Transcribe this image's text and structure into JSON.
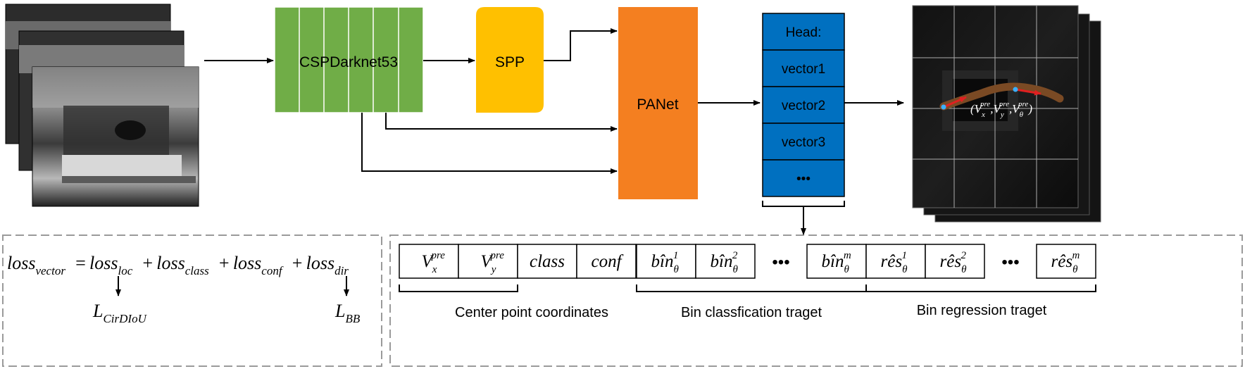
{
  "backbone": {
    "label": "CSPDarknet53",
    "fill": "#70ad47"
  },
  "spp": {
    "label": "SPP",
    "fill": "#ffc000"
  },
  "neck": {
    "label": "PANet",
    "fill": "#f47f20"
  },
  "head": {
    "fill": "#0070c0",
    "items": [
      "Head:",
      "vector1",
      "vector2",
      "vector3",
      "•••"
    ]
  },
  "output_annotation": {
    "parts": [
      "(V",
      "x",
      "pre",
      ",V",
      "y",
      "pre",
      ",V",
      "θ",
      "pre",
      ")"
    ]
  },
  "loss_equation": {
    "lhs": "loss",
    "lhs_sub": "vector",
    "terms": [
      {
        "op": "=",
        "base": "loss",
        "sub": "loc"
      },
      {
        "op": "+",
        "base": "loss",
        "sub": "class"
      },
      {
        "op": "+",
        "base": "loss",
        "sub": "conf"
      },
      {
        "op": "+",
        "base": "loss",
        "sub": "dir"
      }
    ],
    "result_loc": {
      "base": "L",
      "sub": "CirDIoU"
    },
    "result_dir": {
      "base": "L",
      "sub": "BB"
    }
  },
  "vector_cells": [
    {
      "base": "V",
      "sub": "x",
      "sup": "pre"
    },
    {
      "base": "V",
      "sub": "y",
      "sup": "pre"
    },
    {
      "base": "class"
    },
    {
      "base": "conf"
    },
    {
      "base": "bîn",
      "sub": "θ",
      "sup": "1"
    },
    {
      "base": "bîn",
      "sub": "θ",
      "sup": "2"
    },
    {
      "dots": "•••"
    },
    {
      "base": "bîn",
      "sub": "θ",
      "sup": "m"
    },
    {
      "base": "rês",
      "sub": "θ",
      "sup": "1"
    },
    {
      "base": "rês",
      "sub": "θ",
      "sup": "2"
    },
    {
      "dots": "•••"
    },
    {
      "base": "rês",
      "sub": "θ",
      "sup": "m"
    }
  ],
  "brace_labels": {
    "center": "Center point coordinates",
    "bin_class": "Bin classfication traget",
    "bin_reg": "Bin regression traget"
  }
}
